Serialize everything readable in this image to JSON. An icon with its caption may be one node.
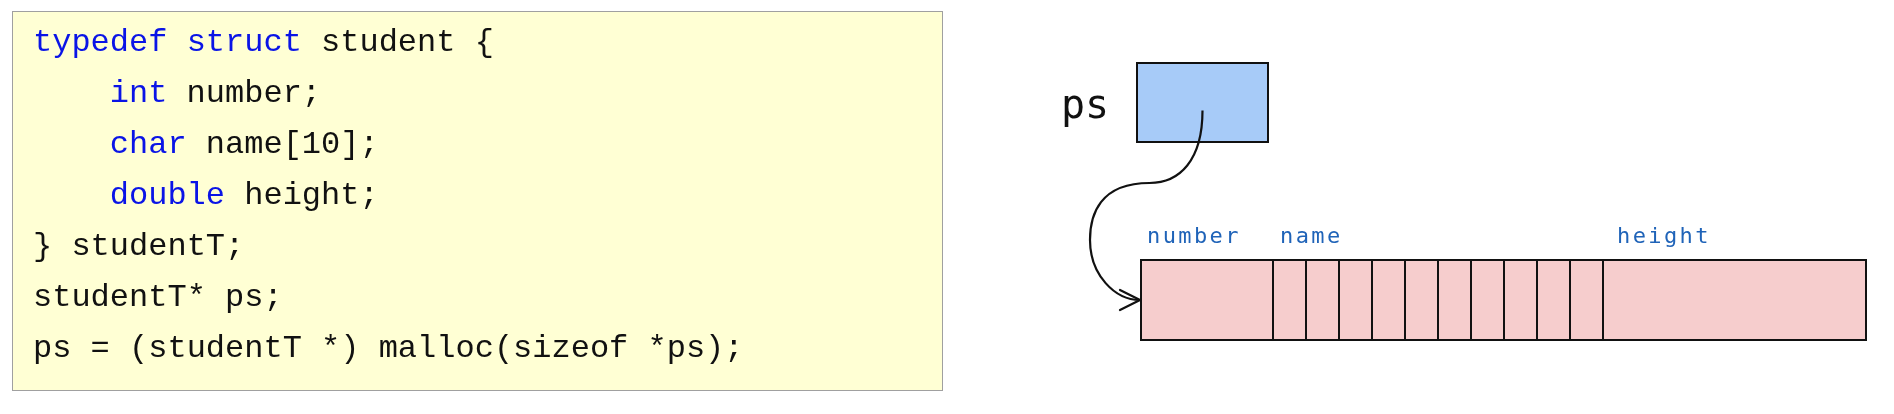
{
  "diagram": {
    "nodes": [
      {
        "text": [
          "typedef struct student {",
          "int number;",
          "char name[10];",
          "double height;",
          "} studentT;",
          "studentT* ps;",
          "ps = (studentT *) malloc(sizeof *ps);"
        ]
      },
      {
        "text": [],
        "shape": "box",
        "beside": [
          "ps"
        ]
      },
      {
        "text": [],
        "shape": "box",
        "beside": [
          "number",
          "name",
          "height"
        ]
      }
    ],
    "edges": [
      {
        "from": 1,
        "to": 2,
        "arrow": "to"
      }
    ]
  }
}
